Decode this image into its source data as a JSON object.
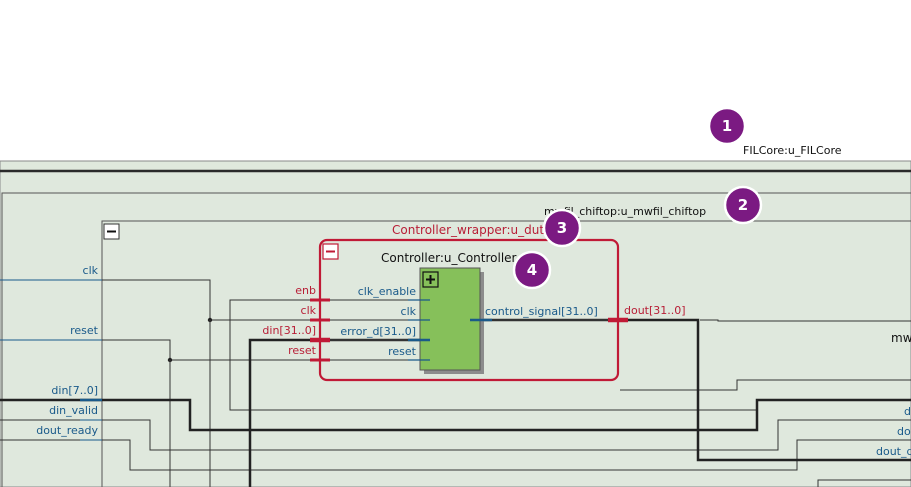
{
  "blocks": {
    "filcore": "FILCore:u_FILCore",
    "chiftop": "mwfil_chiftop:u_mwfil_chiftop",
    "wrapper": "Controller_wrapper:u_dut",
    "controller": "Controller:u_Controller"
  },
  "badges": [
    "1",
    "2",
    "3",
    "4"
  ],
  "controller_ports": {
    "inputs": [
      "clk_enable",
      "clk",
      "error_d[31..0]",
      "reset"
    ],
    "outputs": [
      "control_signal[31..0]"
    ]
  },
  "wrapper_ports": {
    "inputs": [
      "enb",
      "clk",
      "din[31..0]",
      "reset"
    ],
    "outputs": [
      "dout[31..0]"
    ]
  },
  "chiftop_ports": {
    "inputs": [
      "clk",
      "reset",
      "din[7..0]",
      "din_valid",
      "dout_ready"
    ],
    "right_labels": [
      "mw",
      "d",
      "do",
      "dout_do"
    ]
  },
  "colors": {
    "background": "#dfe8dd",
    "controller_fill": "#86c05a",
    "wrapper_border": "#c01a36",
    "port_blue": "#1a5a8a",
    "badge": "#7b1a82"
  }
}
